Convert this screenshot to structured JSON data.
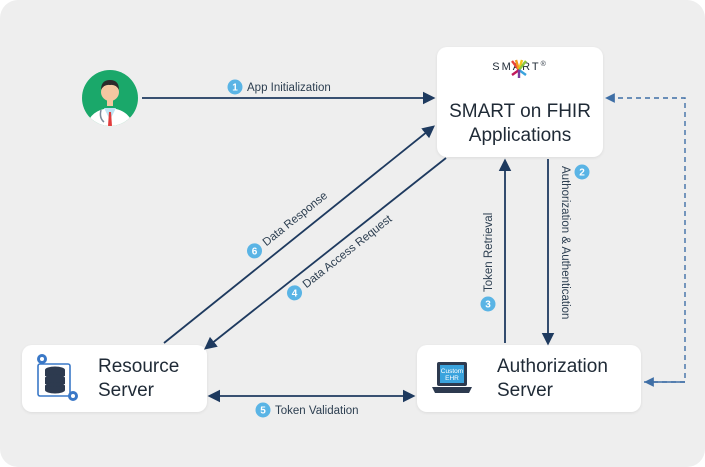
{
  "smart_app": {
    "logo_text": "SMART",
    "registered": "®",
    "title_line1": "SMART on FHIR",
    "title_line2": "Applications"
  },
  "resource_server": {
    "line1": "Resource",
    "line2": "Server"
  },
  "auth_server": {
    "line1": "Authorization",
    "line2": "Server",
    "screen_line1": "Custom",
    "screen_line2": "EHR"
  },
  "steps": [
    {
      "num": "1",
      "label": "App Initialization"
    },
    {
      "num": "2",
      "label": "Authorization & Authentication"
    },
    {
      "num": "3",
      "label": "Token Retrieval"
    },
    {
      "num": "4",
      "label": "Data Access Request"
    },
    {
      "num": "5",
      "label": "Token Validation"
    },
    {
      "num": "6",
      "label": "Data Response"
    }
  ],
  "colors": {
    "arrow": "#1e3a5f",
    "dashed": "#3f6fa6",
    "badge": "#5ab4e5",
    "doctor_circle": "#1aa86a",
    "laptop": "#2d3a4f",
    "screen": "#3aa3dd"
  }
}
